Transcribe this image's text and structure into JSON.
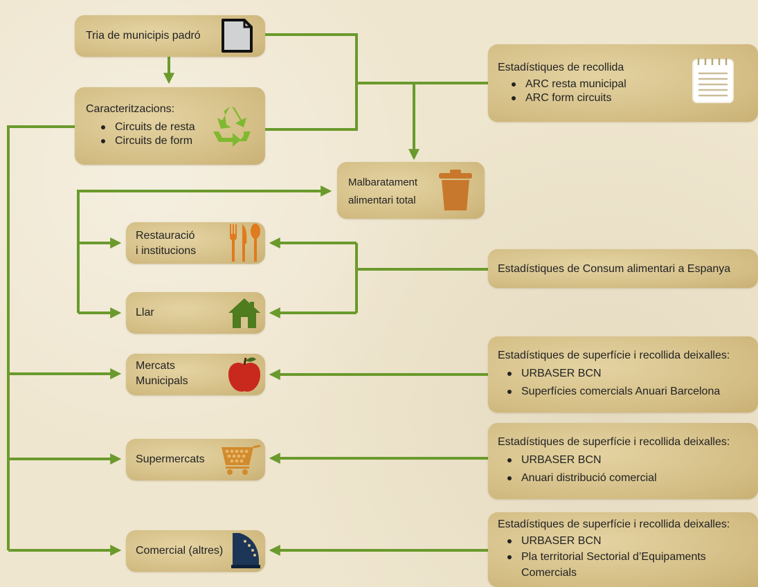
{
  "nodes": {
    "tria": {
      "label": "Tria de municipis padró"
    },
    "caracteritzacions": {
      "title": "Caracterització ns:",
      "items": [
        "Circuits de resta",
        "Circuits de form"
      ]
    },
    "estadistiques_recollida": {
      "title": "Estadístiques de recollida",
      "items": [
        "ARC resta municipal",
        "ARC form circuits"
      ]
    },
    "malbaratament": {
      "line1": "Malbaratament",
      "line2": "alimentari total"
    },
    "restauracio": {
      "line1": "Restauració",
      "line2": "i institucions"
    },
    "llar": {
      "label": "Llar"
    },
    "consum": {
      "label": "Estadístiques de Consum alimentari a Espanya"
    },
    "mercats": {
      "line1": "Mercats",
      "line2": "Municipals"
    },
    "estad_mercats": {
      "title": "Estadístiques de superfície i recollida deixalles:",
      "items": [
        "URBASER BCN",
        "Superfícies comercials Anuari Barcelona"
      ]
    },
    "supermercats": {
      "label": "Supermercats"
    },
    "estad_supermercats": {
      "title": "Estadístiques de superfície i recollida deixalles:",
      "items": [
        "URBASER BCN",
        "Anuari distribució comercial"
      ]
    },
    "comercial": {
      "label": "Comercial (altres)"
    },
    "estad_comercial": {
      "title": "Estadístiques de superfície i recollida deixalles:",
      "items": [
        "URBASER BCN",
        "Pla territorial Sectorial d’Equipaments",
        "Comercials"
      ]
    }
  },
  "icons": {
    "tria": "document-icon",
    "caracteritzacions": "recycle-icon",
    "estadistiques_recollida": "notepad-icon",
    "malbaratament": "trash-bin-icon",
    "restauracio": "cutlery-icon",
    "llar": "house-icon",
    "mercats": "apple-icon",
    "supermercats": "shopping-cart-icon",
    "comercial": "cash-register-icon"
  },
  "colors": {
    "connector": "#6a9a2c",
    "box": "#d8c490",
    "background": "#efe6cf"
  }
}
